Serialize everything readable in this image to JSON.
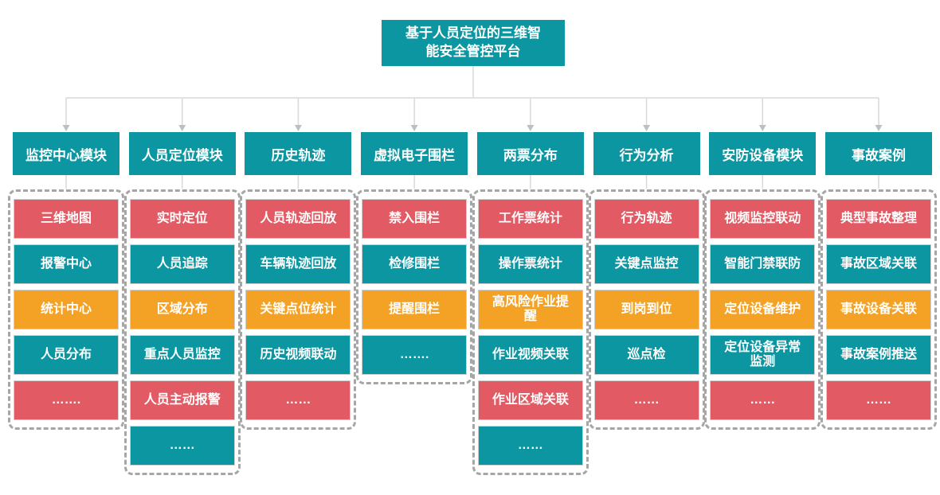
{
  "root": {
    "title": "基于人员定位的三维智能安全管控平台"
  },
  "columns": [
    {
      "header": "监控中心模块",
      "items": [
        {
          "label": "三维地图",
          "color": "red"
        },
        {
          "label": "报警中心",
          "color": "teal"
        },
        {
          "label": "统计中心",
          "color": "orange"
        },
        {
          "label": "人员分布",
          "color": "teal"
        },
        {
          "label": "…….",
          "color": "red"
        }
      ]
    },
    {
      "header": "人员定位模块",
      "items": [
        {
          "label": "实时定位",
          "color": "red"
        },
        {
          "label": "人员追踪",
          "color": "teal"
        },
        {
          "label": "区域分布",
          "color": "orange"
        },
        {
          "label": "重点人员监控",
          "color": "teal"
        },
        {
          "label": "人员主动报警",
          "color": "red"
        },
        {
          "label": "……",
          "color": "teal"
        }
      ]
    },
    {
      "header": "历史轨迹",
      "items": [
        {
          "label": "人员轨迹回放",
          "color": "red"
        },
        {
          "label": "车辆轨迹回放",
          "color": "teal"
        },
        {
          "label": "关键点位统计",
          "color": "orange"
        },
        {
          "label": "历史视频联动",
          "color": "teal"
        },
        {
          "label": "……",
          "color": "red"
        }
      ]
    },
    {
      "header": "虚拟电子围栏",
      "items": [
        {
          "label": "禁入围栏",
          "color": "red"
        },
        {
          "label": "检修围栏",
          "color": "teal"
        },
        {
          "label": "提醒围栏",
          "color": "orange"
        },
        {
          "label": "…….",
          "color": "teal"
        }
      ]
    },
    {
      "header": "两票分布",
      "items": [
        {
          "label": "工作票统计",
          "color": "red"
        },
        {
          "label": "操作票统计",
          "color": "teal"
        },
        {
          "label": "高风险作业提醒",
          "color": "orange"
        },
        {
          "label": "作业视频关联",
          "color": "teal"
        },
        {
          "label": "作业区域关联",
          "color": "red"
        },
        {
          "label": "……",
          "color": "teal"
        }
      ]
    },
    {
      "header": "行为分析",
      "items": [
        {
          "label": "行为轨迹",
          "color": "red"
        },
        {
          "label": "关键点监控",
          "color": "teal"
        },
        {
          "label": "到岗到位",
          "color": "orange"
        },
        {
          "label": "巡点检",
          "color": "teal"
        },
        {
          "label": "……",
          "color": "red"
        }
      ]
    },
    {
      "header": "安防设备模块",
      "items": [
        {
          "label": "视频监控联动",
          "color": "red"
        },
        {
          "label": "智能门禁联防",
          "color": "teal"
        },
        {
          "label": "定位设备维护",
          "color": "orange"
        },
        {
          "label": "定位设备异常监测",
          "color": "teal"
        },
        {
          "label": "……",
          "color": "red"
        }
      ]
    },
    {
      "header": "事故案例",
      "items": [
        {
          "label": "典型事故整理",
          "color": "red"
        },
        {
          "label": "事故区域关联",
          "color": "teal"
        },
        {
          "label": "事故设备关联",
          "color": "orange"
        },
        {
          "label": "事故案例推送",
          "color": "teal"
        },
        {
          "label": "……",
          "color": "red"
        }
      ]
    }
  ],
  "colors": {
    "teal": "#0B96A1",
    "red": "#E25A64",
    "orange": "#F3A226",
    "connector": "#D9D9D9",
    "arrow": "#BFBFBF",
    "dashed_border": "#A6A6A6",
    "text": "#FFFFFF"
  }
}
